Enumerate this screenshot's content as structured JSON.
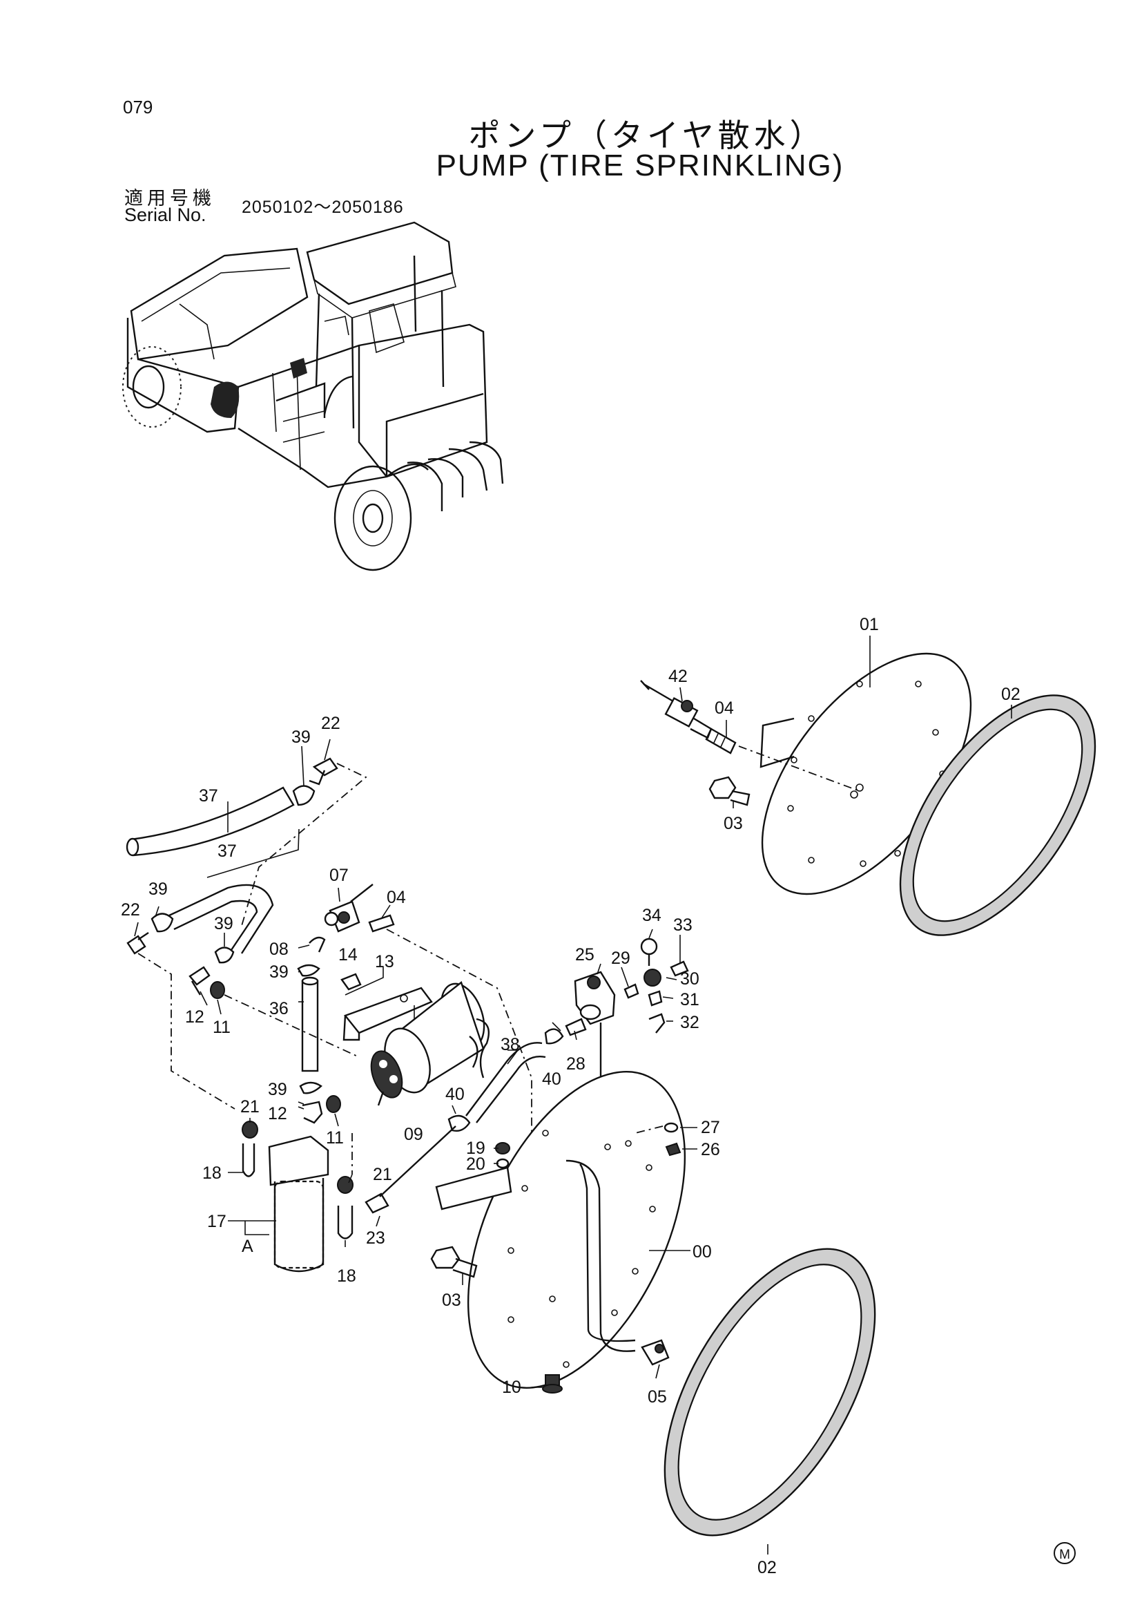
{
  "page": {
    "number": "079"
  },
  "title": {
    "jp": "ポンプ（タイヤ散水）",
    "en": "PUMP (TIRE SPRINKLING)"
  },
  "serial": {
    "label_jp": "適用号機",
    "label_en": "Serial No.",
    "range": "2050102～2050186"
  },
  "labels": {
    "p00": "00",
    "p01": "01",
    "p02_top": "02",
    "p02_bottom": "02",
    "p03_top": "03",
    "p03_bottom": "03",
    "p04_top": "04",
    "p04_mid": "04",
    "p05": "05",
    "p07": "07",
    "p08": "08",
    "p09": "09",
    "p10": "10",
    "p11_a": "11",
    "p11_b": "11",
    "p12_a": "12",
    "p12_b": "12",
    "p13": "13",
    "p14": "14",
    "p17": "17",
    "p18_a": "18",
    "p18_b": "18",
    "p19": "19",
    "p20": "20",
    "p21_a": "21",
    "p21_b": "21",
    "p22_a": "22",
    "p22_b": "22",
    "p23": "23",
    "p25": "25",
    "p26": "26",
    "p27": "27",
    "p28": "28",
    "p29": "29",
    "p30": "30",
    "p31": "31",
    "p32": "32",
    "p33": "33",
    "p34": "34",
    "p36": "36",
    "p37_a": "37",
    "p37_b": "37",
    "p38": "38",
    "p39_a": "39",
    "p39_b": "39",
    "p39_c": "39",
    "p39_d": "39",
    "p39_e": "39",
    "p40_a": "40",
    "p40_b": "40",
    "p42": "42",
    "subassembly_a": "A"
  },
  "mark": "M",
  "colors": {
    "ink": "#111111",
    "hatch": "#cfcfcf",
    "background": "#ffffff"
  }
}
